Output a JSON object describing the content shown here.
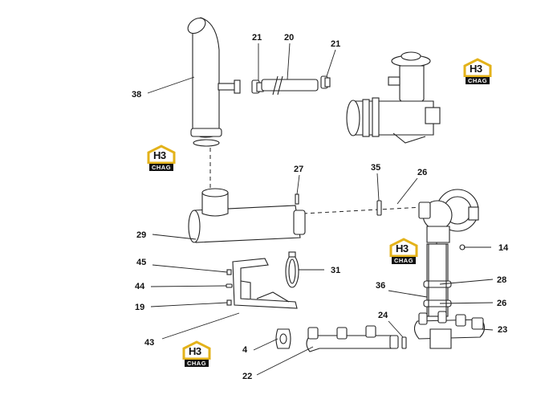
{
  "logo": {
    "mark": "H3",
    "text": "CHAG",
    "accent_color": "#e3b21a"
  },
  "callouts": {
    "c21a": "21",
    "c20": "20",
    "c21b": "21",
    "c38": "38",
    "c27": "27",
    "c35": "35",
    "c26a": "26",
    "c29": "29",
    "c14": "14",
    "c45": "45",
    "c31": "31",
    "c28": "28",
    "c44": "44",
    "c36": "36",
    "c19": "19",
    "c26b": "26",
    "c24": "24",
    "c43": "43",
    "c23": "23",
    "c4": "4",
    "c22": "22"
  }
}
